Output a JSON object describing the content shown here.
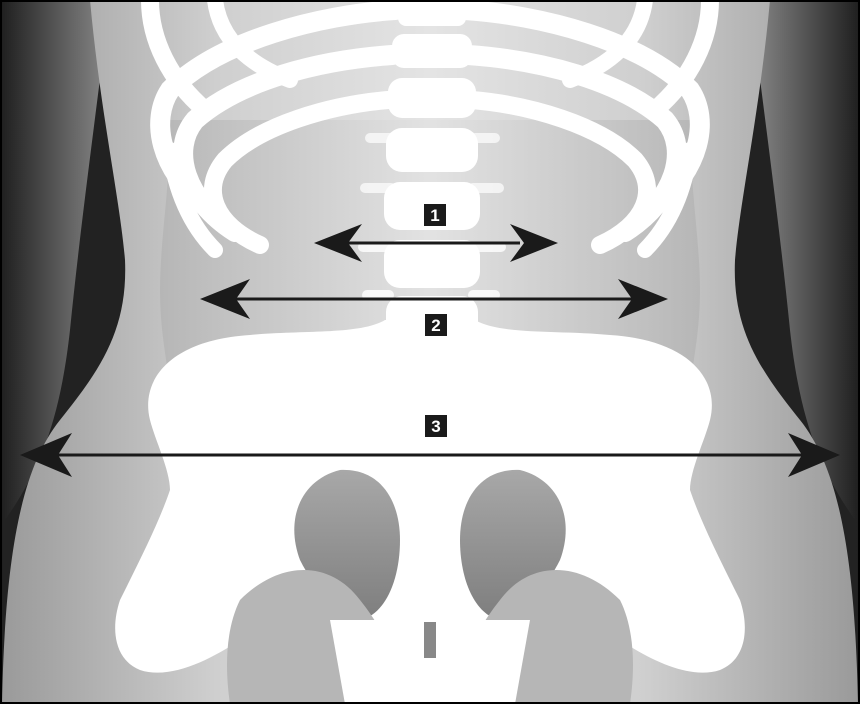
{
  "colors": {
    "background_dark": "#262626",
    "outer_soft_tissue": "#4a4a4a",
    "mid_soft_tissue": "#8c8c8c",
    "inner_soft_tissue": "#c8c8c8",
    "abdomen": "#dcdcdc",
    "bone": "#ffffff",
    "pelvic_shadow": "#9a9a9a",
    "arrow": "#1a1a1a",
    "marker_bg": "#1a1a1a",
    "marker_fg": "#ffffff",
    "frame": "#000000"
  },
  "markers": [
    {
      "label": "1"
    },
    {
      "label": "2"
    },
    {
      "label": "3"
    }
  ],
  "measurements": [
    {
      "id": "1",
      "icon": "double-headed-arrow"
    },
    {
      "id": "2",
      "icon": "double-headed-arrow"
    },
    {
      "id": "3",
      "icon": "double-headed-arrow"
    }
  ]
}
